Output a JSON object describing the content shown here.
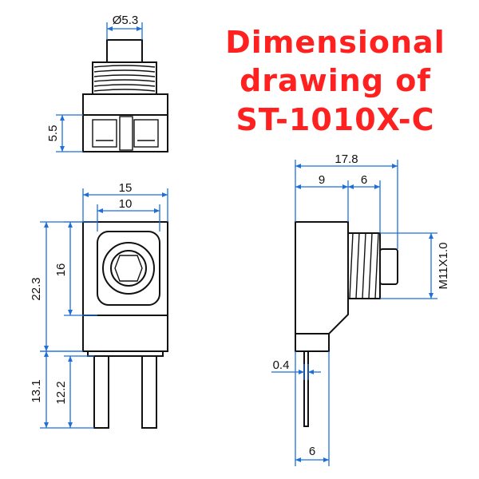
{
  "title": {
    "lines": [
      "Dimensional",
      "drawing of",
      "ST-1010X-C"
    ],
    "color": "#ff2020"
  },
  "colors": {
    "part_outline": "#111111",
    "dimension_line": "#1e6fd9",
    "text": "#111111"
  },
  "top_view": {
    "shaft_diameter": "Ø5.3",
    "base_height": "5.5"
  },
  "front_view": {
    "outer_width": "15",
    "inner_width": "10",
    "body_height": "22.3",
    "window_height": "16",
    "pin_length_total": "13.1",
    "pin_length": "12.2"
  },
  "side_view": {
    "overall_length": "17.8",
    "body_length": "9",
    "thread_length": "6",
    "thread_spec": "M11X1.0",
    "pin_thickness": "0.4",
    "pin_spacing": "6"
  }
}
